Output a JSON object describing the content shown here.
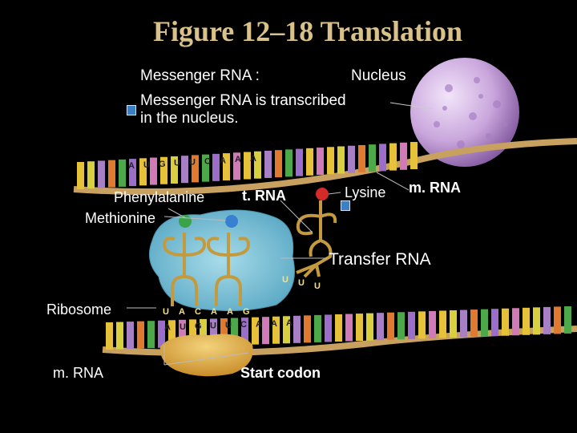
{
  "title": "Figure 12–18 Translation",
  "labels": {
    "messenger_rna_heading": "Messenger RNA :",
    "messenger_rna_note": "Messenger RNA is transcribed in the nucleus.",
    "nucleus": "Nucleus",
    "phenylalanine": "Phenylalanine",
    "methionine": "Methionine",
    "trna": "t. RNA",
    "lysine": "Lysine",
    "mrna_top": "m. RNA",
    "transfer_rna": "Transfer RNA",
    "ribosome": "Ribosome",
    "mrna_bottom": "m. RNA",
    "start_codon": "Start codon"
  },
  "upper_strand_bases": [
    "A",
    "U",
    "G",
    "U",
    "U",
    "C",
    "A",
    "A",
    "A"
  ],
  "ribosome_anticodons": [
    "U",
    "A",
    "C",
    "A",
    "A",
    "G"
  ],
  "lower_strand_bases": [
    "A",
    "U",
    "G",
    "U",
    "U",
    "C",
    "A",
    "A",
    "A"
  ],
  "free_trna_anticodon": [
    "U",
    "U",
    "U"
  ],
  "icons": {
    "step1": "step-marker-icon",
    "step2": "step-marker-icon"
  },
  "colors": {
    "title": "#d9c28a",
    "background": "#000000",
    "ribosome": "#7fc4d8",
    "nucleus": "#c9a6dc",
    "backbone": "#c8a060"
  }
}
